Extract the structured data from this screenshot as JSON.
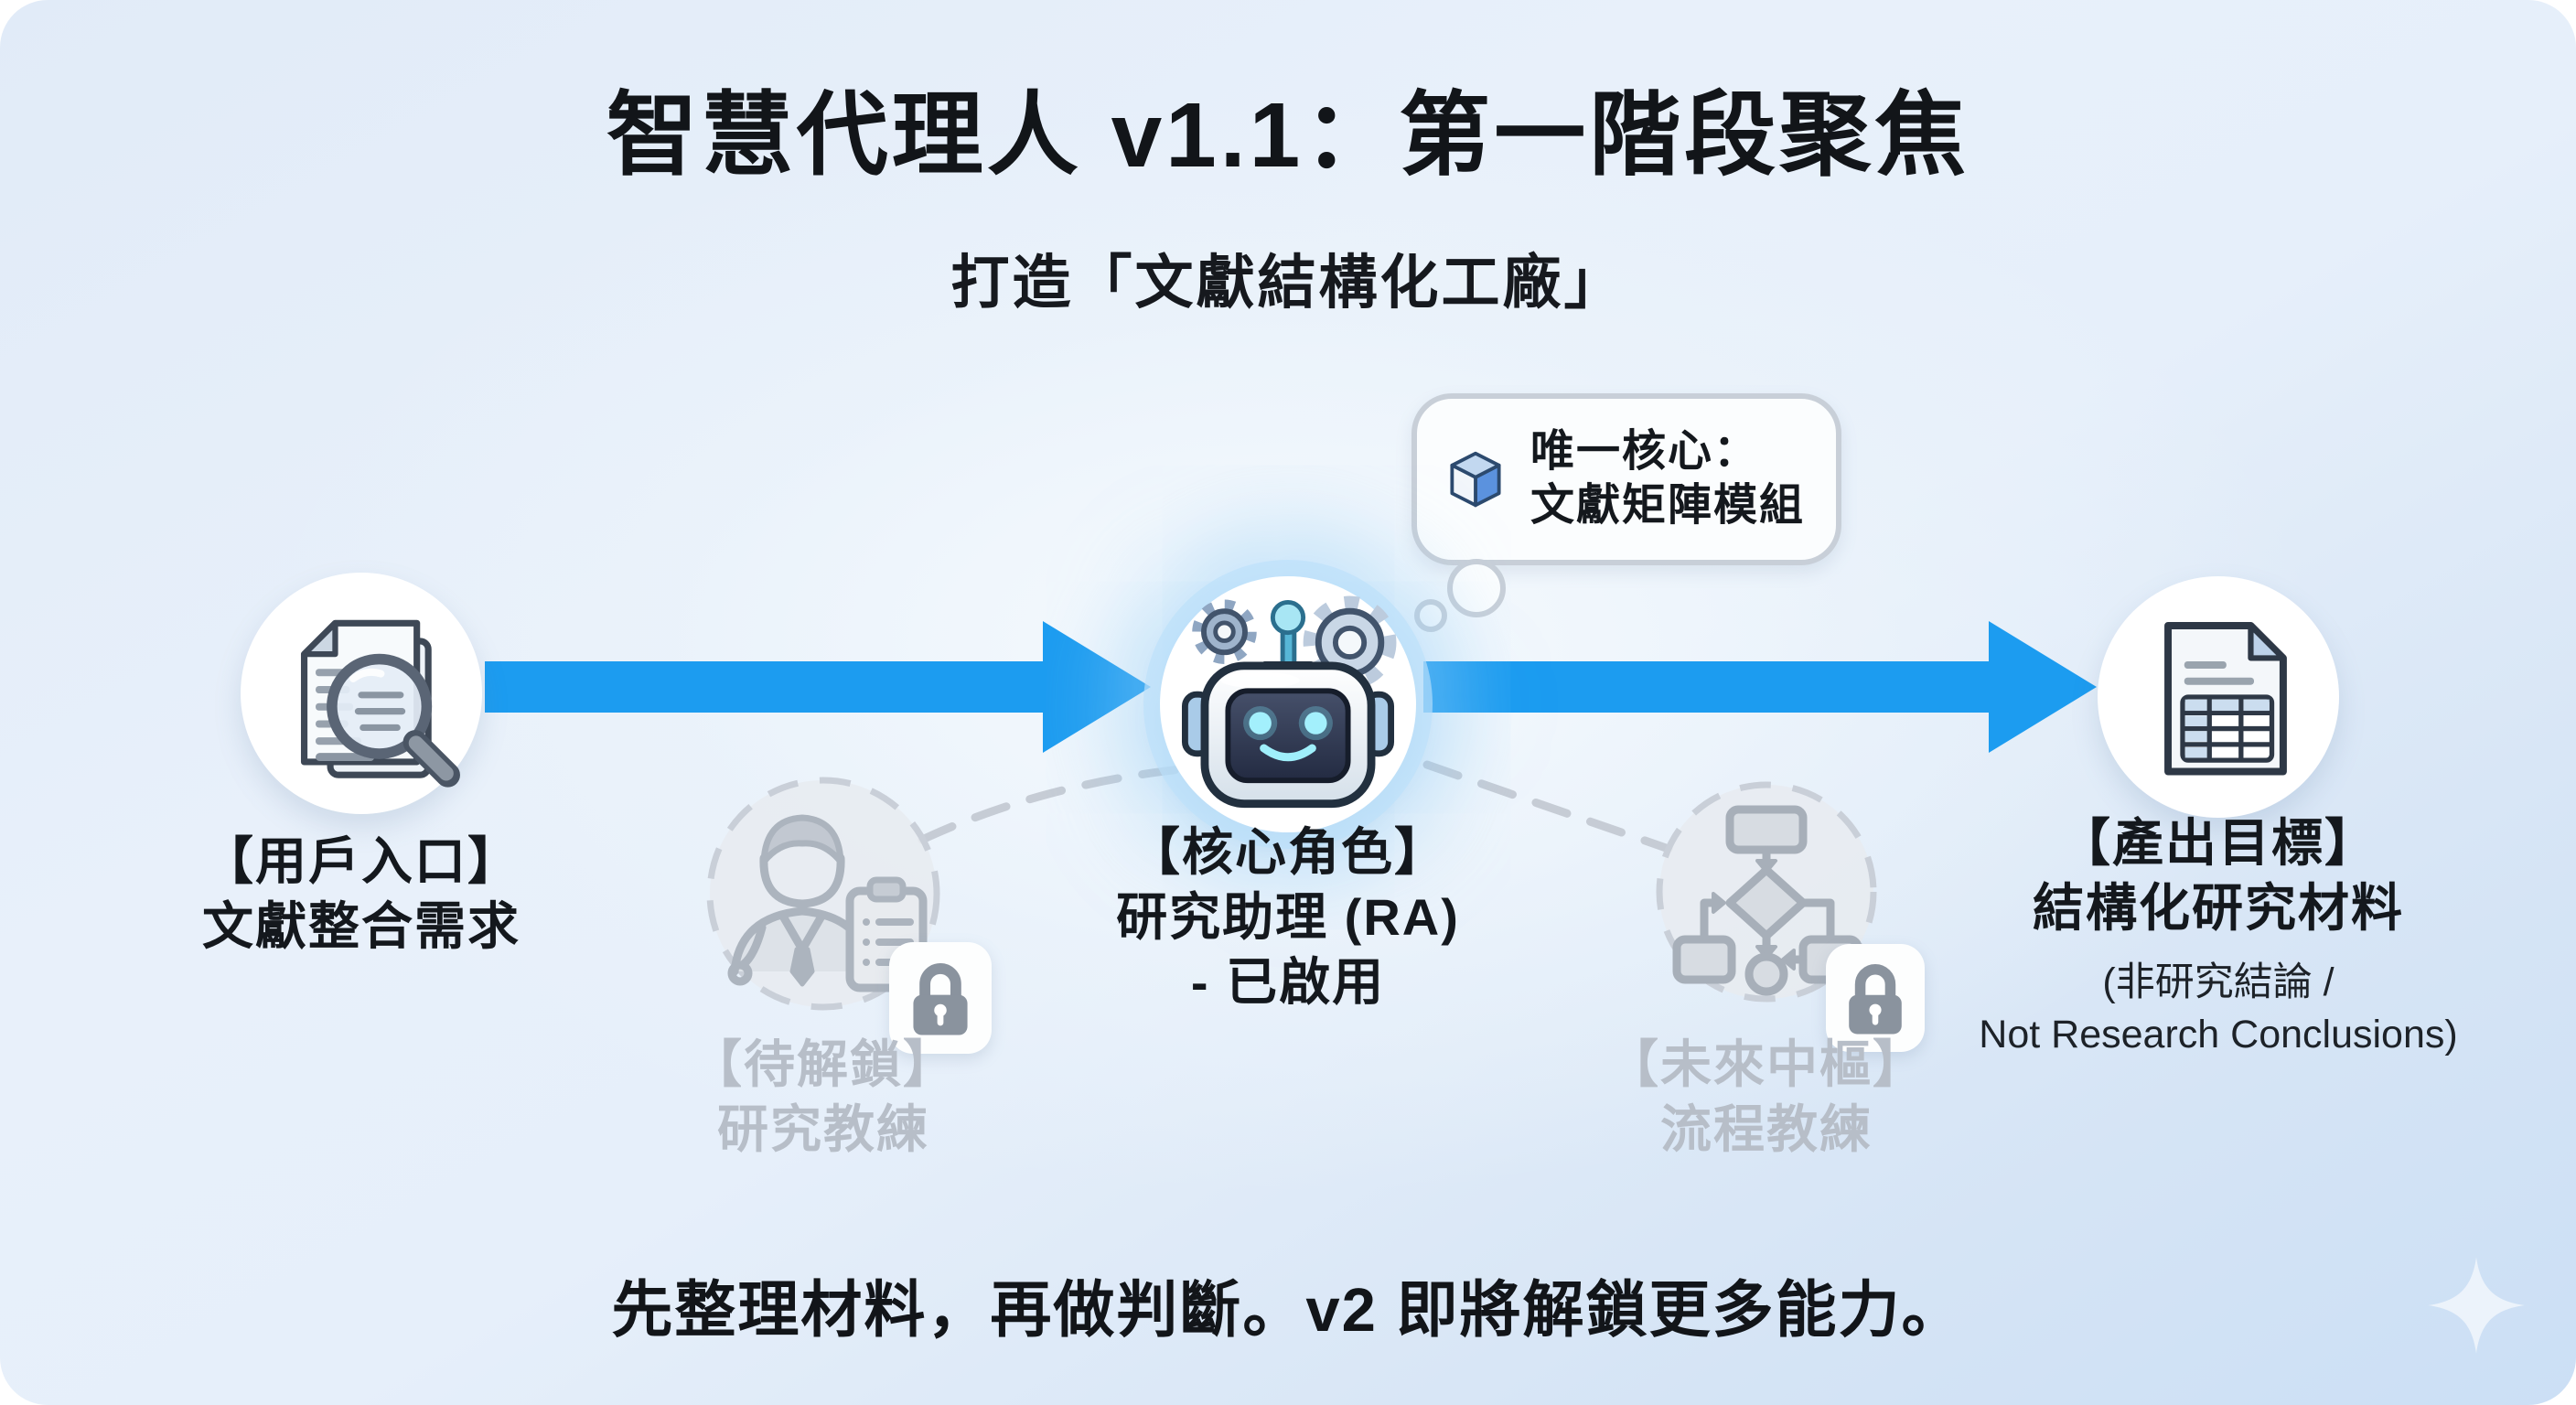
{
  "header": {
    "title": "智慧代理人 v1.1：第一階段聚焦",
    "subtitle": "打造「文獻結構化工廠」"
  },
  "thought_bubble": {
    "line1": "唯一核心：",
    "line2": "文獻矩陣模組"
  },
  "nodes": {
    "input": {
      "line1": "【用戶入口】",
      "line2": "文獻整合需求"
    },
    "core": {
      "line1": "【核心角色】",
      "line2": "研究助理 (RA)",
      "line3": "- 已啟用"
    },
    "output": {
      "line1": "【產出目標】",
      "line2": "結構化研究材料",
      "note1": "(非研究結論 /",
      "note2": "Not Research Conclusions)"
    },
    "locked_research": {
      "line1": "【待解鎖】",
      "line2": "研究教練"
    },
    "locked_process": {
      "line1": "【未來中樞】",
      "line2": "流程教練"
    }
  },
  "footer": {
    "tagline": "先整理材料，再做判斷。v2 即將解鎖更多能力。"
  },
  "colors": {
    "arrow": "#1c9cf0",
    "locked_text": "#b7bec8",
    "title_text": "#121519",
    "bubble_border": "#c8cfd8"
  }
}
